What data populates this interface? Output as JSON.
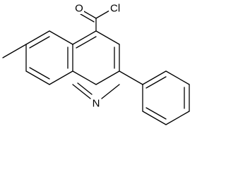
{
  "diagram": {
    "type": "skeletal-structural-formula",
    "atom_labels": {
      "carbonyl_oxygen": "O",
      "chlorine": "Cl",
      "ring_nitrogen": "N"
    }
  }
}
